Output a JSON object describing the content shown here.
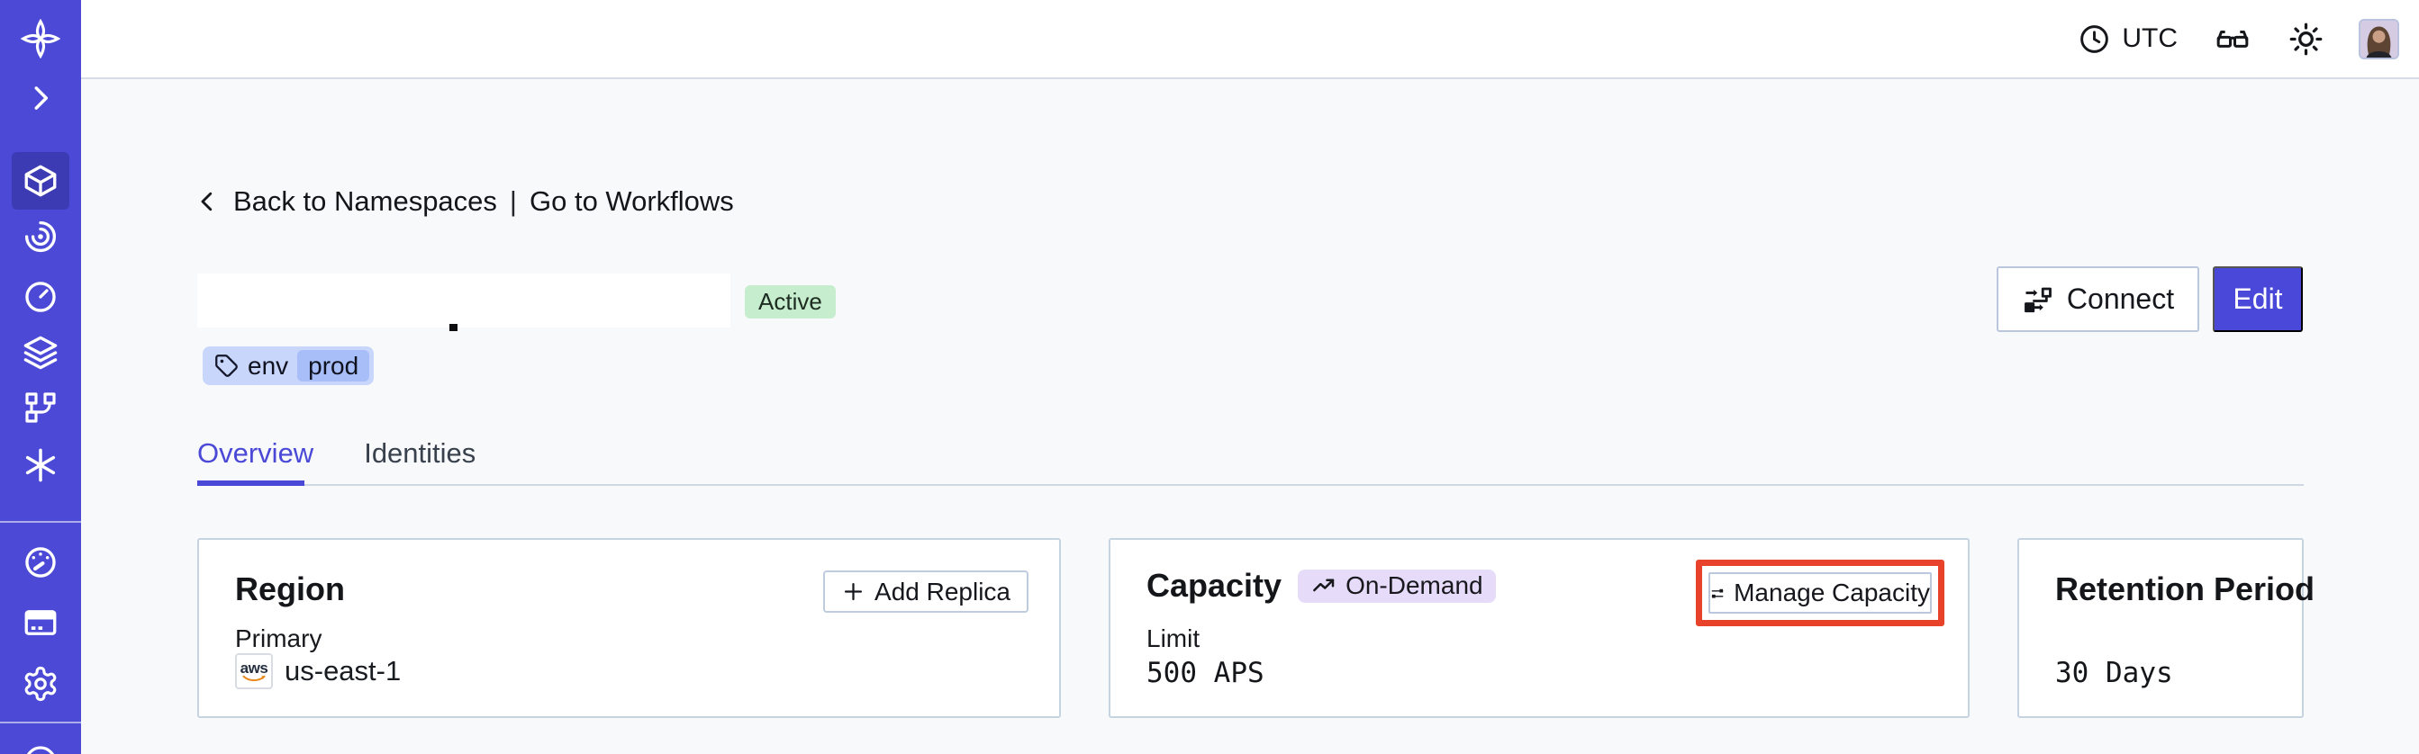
{
  "topbar": {
    "timezone": "UTC",
    "icons": [
      "clock-icon",
      "glasses-icon",
      "brightness-icon",
      "user-avatar"
    ]
  },
  "breadcrumb": {
    "back_label": "Back to Namespaces",
    "divider": "|",
    "forward_label": "Go to Workflows"
  },
  "namespace": {
    "title_redacted": true,
    "status": "Active",
    "tag": {
      "key": "env",
      "value": "prod"
    }
  },
  "actions": {
    "connect_label": "Connect",
    "edit_label": "Edit"
  },
  "tabs": [
    {
      "label": "Overview",
      "active": true
    },
    {
      "label": "Identities",
      "active": false
    }
  ],
  "cards": {
    "region": {
      "title": "Region",
      "action_label": "Add Replica",
      "field_label": "Primary",
      "provider": "aws",
      "value": "us-east-1"
    },
    "capacity": {
      "title": "Capacity",
      "badge": "On-Demand",
      "action_label": "Manage Capacity",
      "field_label": "Limit",
      "value": "500 APS"
    },
    "retention": {
      "title": "Retention Period",
      "value": "30 Days"
    }
  },
  "sidebar": {
    "active_item": "namespaces",
    "items": [
      "temporal-logo",
      "expand",
      "namespaces",
      "workflows",
      "schedules",
      "deployments",
      "batch-operations",
      "nexus",
      "usage",
      "billing",
      "settings",
      "support"
    ]
  },
  "colors": {
    "accent": "#4a48d6",
    "sidebar": "#4b49d6",
    "sidebar_active": "#3d3bb3",
    "annotation_highlight": "#e8432a",
    "status_badge_bg": "#c6edcd",
    "tag_bg": "#c8d6fc",
    "tag_inner_bg": "#a8bef9",
    "ondemand_badge_bg": "#e6dcfa",
    "aws_orange": "#e8871a"
  }
}
